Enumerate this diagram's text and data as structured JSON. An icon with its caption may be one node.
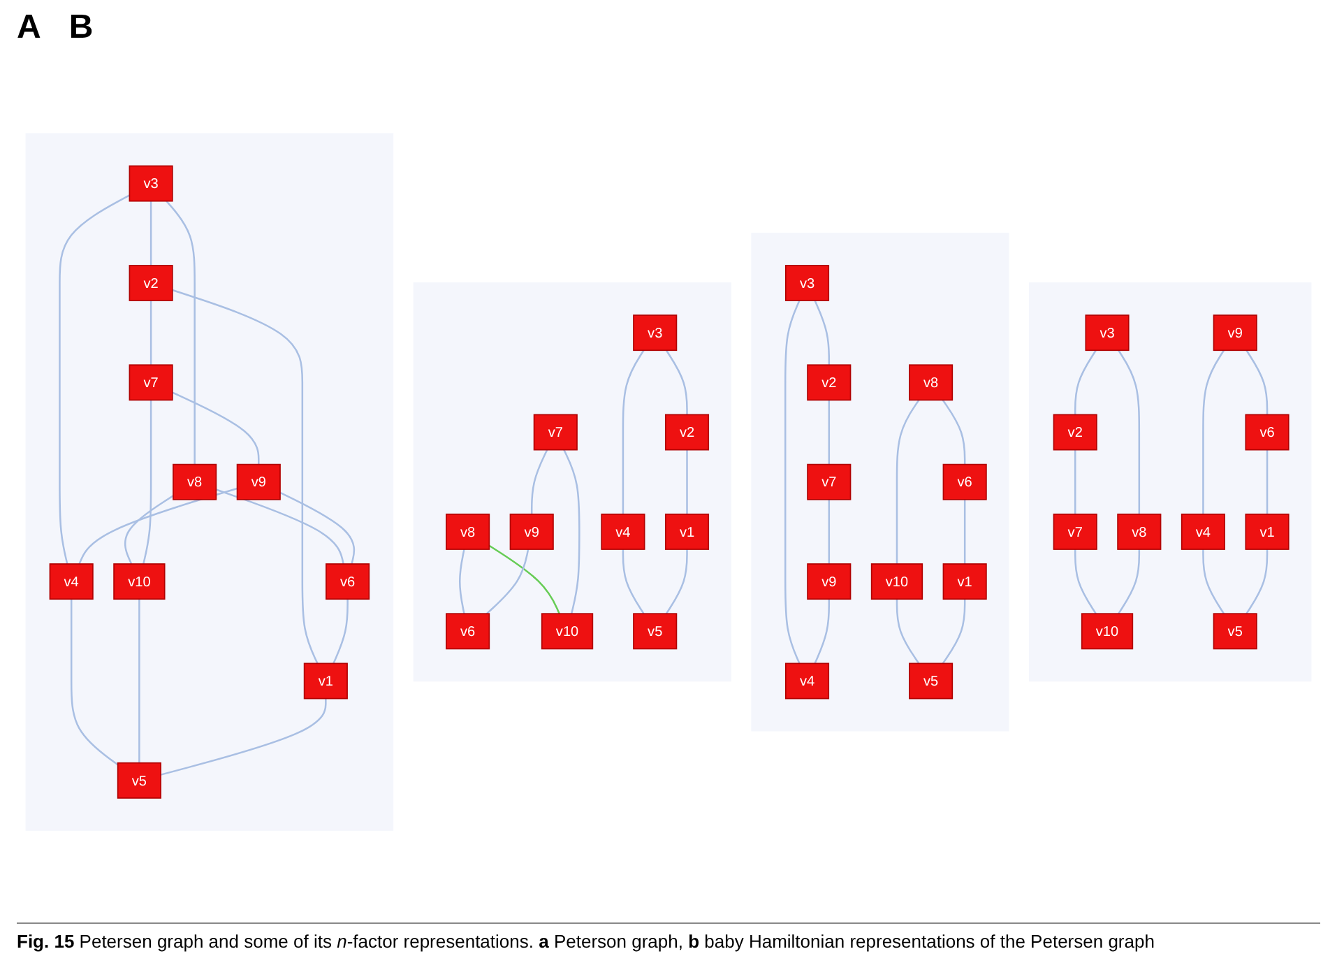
{
  "diagram": {
    "caption": "**Fig. 15** Petersen graph and some of its *n*-factor representations. **a** Peterson graph, **b** baby Hamiltonian representations of the Petersen graph",
    "nodes": [
      {
        "text": [],
        "shape": "box"
      },
      {
        "text": [
          "v3"
        ],
        "in": 0
      },
      {
        "text": [
          "v8"
        ],
        "in": 0
      },
      {
        "text": [
          "v2"
        ],
        "in": 0
      },
      {
        "text": [
          "v7"
        ],
        "in": 0
      },
      {
        "text": [
          "v9"
        ],
        "in": 0
      },
      {
        "text": [
          "v4"
        ],
        "in": 0
      },
      {
        "text": [
          "v6"
        ],
        "in": 0
      },
      {
        "text": [
          "v10"
        ],
        "in": 0
      },
      {
        "text": [
          "v1"
        ],
        "in": 0
      },
      {
        "text": [
          "v5"
        ],
        "in": 0
      },
      {
        "text": [],
        "shape": "box"
      },
      {
        "text": [
          "v3"
        ],
        "in": 11
      },
      {
        "text": [
          "v8"
        ],
        "in": 11
      },
      {
        "text": [
          "v2"
        ],
        "in": 11
      },
      {
        "text": [
          "v7"
        ],
        "in": 11
      },
      {
        "text": [
          "v9"
        ],
        "in": 11
      },
      {
        "text": [
          "v4"
        ],
        "in": 11
      },
      {
        "text": [
          "v6"
        ],
        "in": 11
      },
      {
        "text": [
          "v10"
        ],
        "in": 11
      },
      {
        "text": [
          "v1"
        ],
        "in": 11
      },
      {
        "text": [
          "v5"
        ],
        "in": 11
      },
      {
        "text": [],
        "shape": "box"
      },
      {
        "text": [
          "v3"
        ],
        "in": 22
      },
      {
        "text": [
          "v8"
        ],
        "in": 22
      },
      {
        "text": [
          "v2"
        ],
        "in": 22
      },
      {
        "text": [
          "v7"
        ],
        "in": 22
      },
      {
        "text": [
          "v9"
        ],
        "in": 22
      },
      {
        "text": [
          "v4"
        ],
        "in": 22
      },
      {
        "text": [
          "v6"
        ],
        "in": 22
      },
      {
        "text": [
          "v10"
        ],
        "in": 22
      },
      {
        "text": [
          "v1"
        ],
        "in": 22
      },
      {
        "text": [
          "v5"
        ],
        "in": 22
      },
      {
        "text": [],
        "shape": "box"
      },
      {
        "text": [
          "v3"
        ],
        "in": 33
      },
      {
        "text": [
          "v8"
        ],
        "in": 33
      },
      {
        "text": [
          "v2"
        ],
        "in": 33
      },
      {
        "text": [
          "v7"
        ],
        "in": 33
      },
      {
        "text": [
          "v9"
        ],
        "in": 33
      },
      {
        "text": [
          "v4"
        ],
        "in": 33
      },
      {
        "text": [
          "v6"
        ],
        "in": 33
      },
      {
        "text": [
          "v10"
        ],
        "in": 33
      },
      {
        "text": [
          "v1"
        ],
        "in": 33
      },
      {
        "text": [
          "v5"
        ],
        "in": 33
      }
    ],
    "edges": [
      {
        "from": 1,
        "to": 3,
        "arrow": "none"
      },
      {
        "from": 1,
        "to": 2,
        "arrow": "none"
      },
      {
        "from": 1,
        "to": 6,
        "arrow": "none"
      },
      {
        "from": 3,
        "to": 4,
        "arrow": "none"
      },
      {
        "from": 4,
        "to": 5,
        "arrow": "none"
      },
      {
        "from": 5,
        "to": 6,
        "arrow": "none"
      },
      {
        "from": 3,
        "to": 9,
        "arrow": "none"
      },
      {
        "from": 6,
        "to": 10,
        "arrow": "none"
      },
      {
        "from": 2,
        "to": 7,
        "arrow": "none"
      },
      {
        "from": 2,
        "to": 8,
        "arrow": "none"
      },
      {
        "from": 4,
        "to": 8,
        "arrow": "none"
      },
      {
        "from": 5,
        "to": 7,
        "arrow": "none"
      },
      {
        "from": 7,
        "to": 9,
        "arrow": "none"
      },
      {
        "from": 8,
        "to": 10,
        "arrow": "none"
      },
      {
        "from": 9,
        "to": 10,
        "arrow": "none"
      },
      {
        "from": 12,
        "to": 14,
        "arrow": "none"
      },
      {
        "from": 12,
        "to": 17,
        "arrow": "none"
      },
      {
        "from": 13,
        "to": 18,
        "arrow": "none"
      },
      {
        "from": 13,
        "to": 19,
        "arrow": "none",
        "color": "#66cc55"
      },
      {
        "from": 15,
        "to": 16,
        "arrow": "none"
      },
      {
        "from": 15,
        "to": 19,
        "arrow": "none"
      },
      {
        "from": 16,
        "to": 18,
        "arrow": "none"
      },
      {
        "from": 14,
        "to": 20,
        "arrow": "none"
      },
      {
        "from": 17,
        "to": 21,
        "arrow": "none"
      },
      {
        "from": 20,
        "to": 21,
        "arrow": "none"
      },
      {
        "from": 23,
        "to": 25,
        "arrow": "none"
      },
      {
        "from": 23,
        "to": 28,
        "arrow": "none"
      },
      {
        "from": 25,
        "to": 26,
        "arrow": "none"
      },
      {
        "from": 26,
        "to": 27,
        "arrow": "none"
      },
      {
        "from": 27,
        "to": 28,
        "arrow": "none"
      },
      {
        "from": 24,
        "to": 29,
        "arrow": "none"
      },
      {
        "from": 24,
        "to": 30,
        "arrow": "none"
      },
      {
        "from": 29,
        "to": 31,
        "arrow": "none"
      },
      {
        "from": 30,
        "to": 32,
        "arrow": "none"
      },
      {
        "from": 31,
        "to": 32,
        "arrow": "none"
      },
      {
        "from": 34,
        "to": 36,
        "arrow": "none"
      },
      {
        "from": 34,
        "to": 35,
        "arrow": "none"
      },
      {
        "from": 36,
        "to": 37,
        "arrow": "none"
      },
      {
        "from": 37,
        "to": 41,
        "arrow": "none"
      },
      {
        "from": 35,
        "to": 41,
        "arrow": "none"
      },
      {
        "from": 38,
        "to": 39,
        "arrow": "none"
      },
      {
        "from": 38,
        "to": 40,
        "arrow": "none"
      },
      {
        "from": 39,
        "to": 43,
        "arrow": "none"
      },
      {
        "from": 40,
        "to": 42,
        "arrow": "none"
      },
      {
        "from": 42,
        "to": 43,
        "arrow": "none"
      }
    ],
    "labels": [
      "A",
      "B"
    ]
  }
}
